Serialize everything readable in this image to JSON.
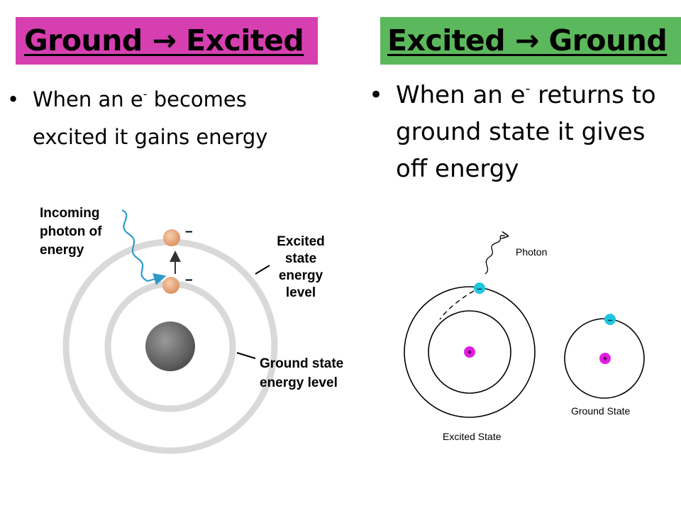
{
  "headings": {
    "left": "Ground → Excited",
    "right": "Excited → Ground"
  },
  "colors": {
    "left_heading_bg": "#d63fb0",
    "right_heading_bg": "#5cb85c",
    "photon_blue": "#2e9ac8",
    "electron_cyan": "#1ec6e0",
    "proton_magenta": "#e01ee0",
    "electron_tan": "#e9a67a",
    "nucleus_gray": "#666666"
  },
  "bullets": {
    "left": {
      "pre": "When an e",
      "sup": "-",
      "post": " becomes excited it gains energy"
    },
    "right": {
      "pre": "When an e",
      "sup": "-",
      "post": " returns to ground state it gives off energy"
    }
  },
  "left_diagram": {
    "incoming_photon_label": [
      "Incoming",
      "photon of",
      "energy"
    ],
    "excited_label": [
      "Excited",
      "state",
      "energy",
      "level"
    ],
    "ground_label": [
      "Ground state",
      "energy level"
    ],
    "electron_charge": "–"
  },
  "right_diagram": {
    "photon_label": "Photon",
    "excited_state_label": "Excited State",
    "ground_state_label": "Ground State",
    "electron_sign": "–",
    "proton_sign": "+"
  }
}
